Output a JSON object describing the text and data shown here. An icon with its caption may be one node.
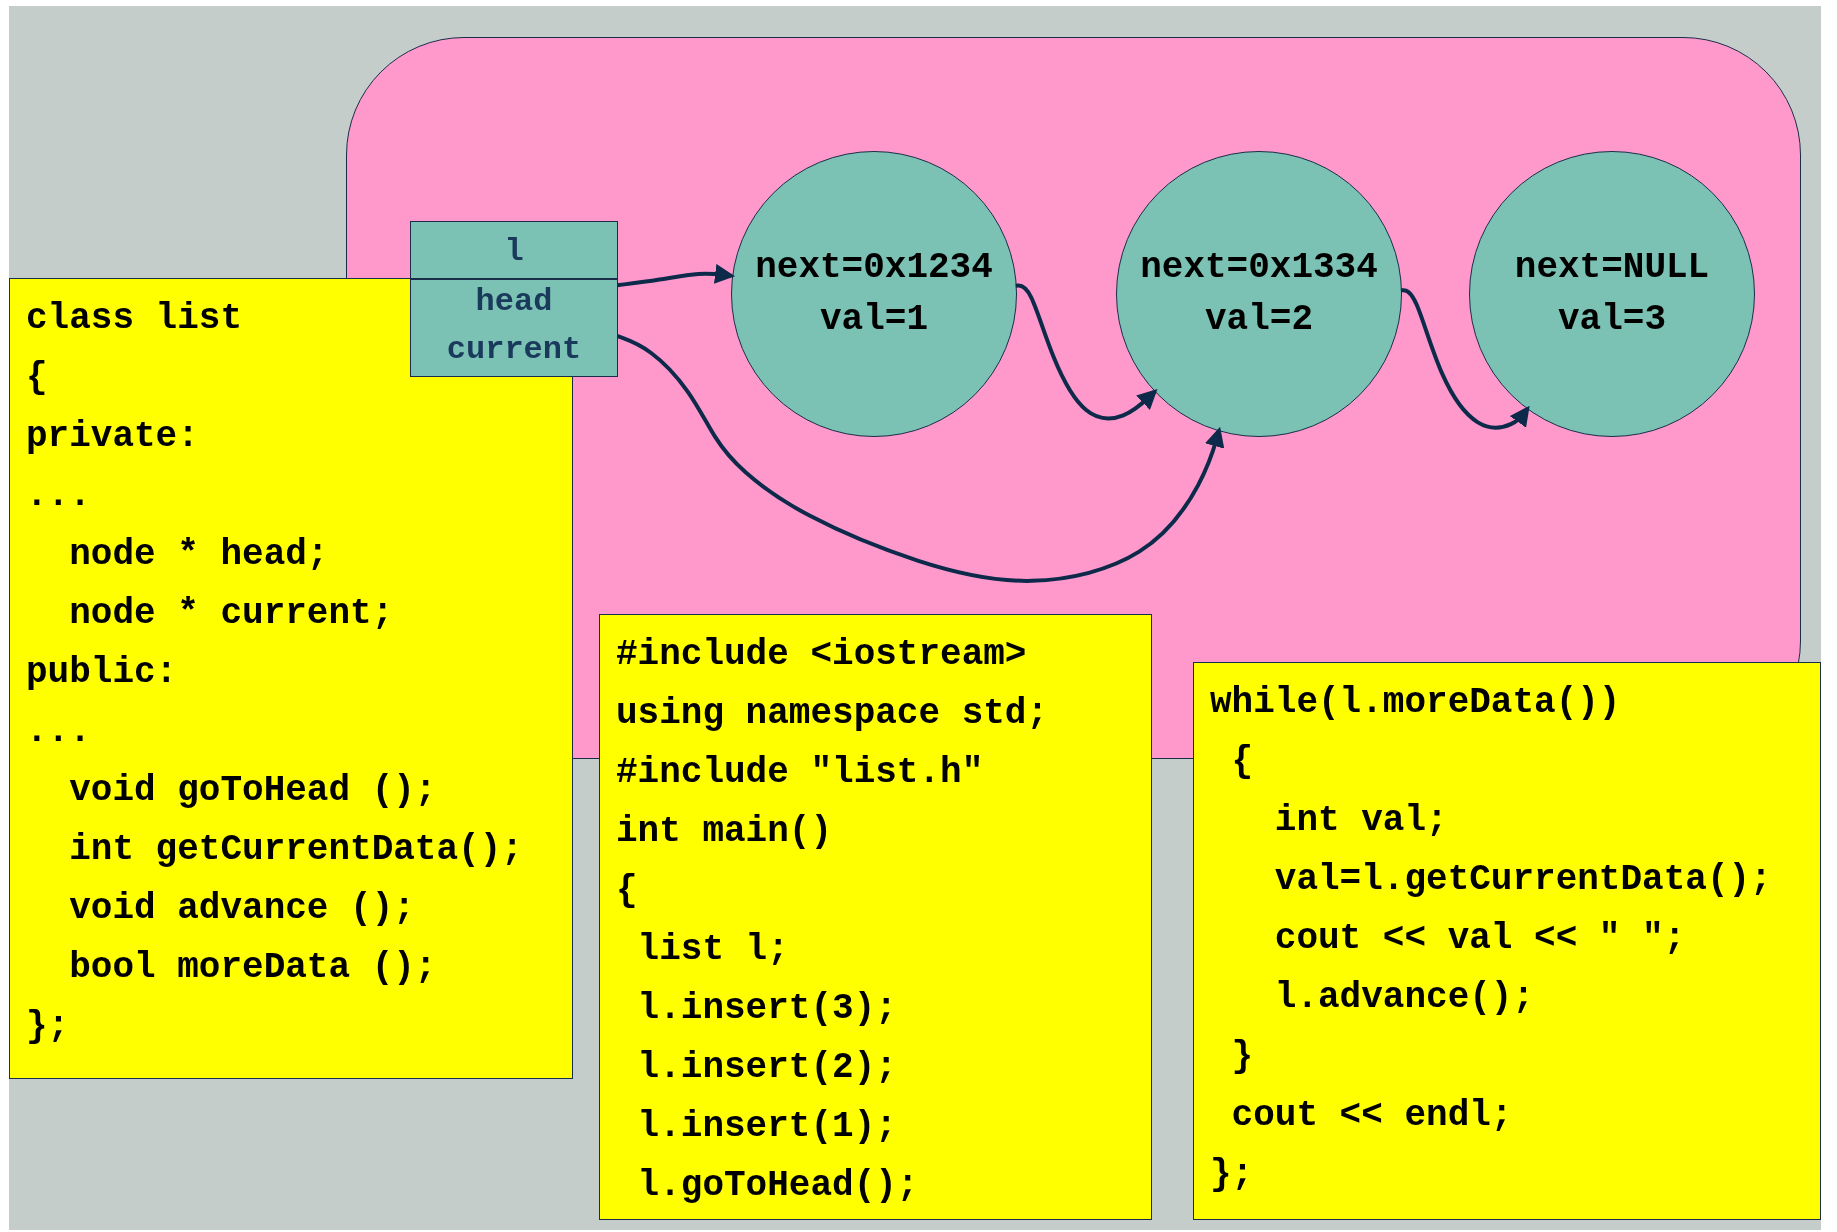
{
  "diagram": {
    "nodes": [
      {
        "text": [],
        "shape": "box"
      },
      {
        "text": [
          "l",
          "head",
          "current"
        ],
        "in": 0
      },
      {
        "text": [
          "next=0x1234",
          "val=1"
        ],
        "in": 0
      },
      {
        "text": [
          "next=0x1334",
          "val=2"
        ],
        "in": 0
      },
      {
        "text": [
          "next=NULL",
          "val=3"
        ],
        "in": 0
      },
      {
        "text": [
          "class list",
          "{",
          "private:",
          "...",
          "  node * head;",
          "  node * current;",
          "public:",
          "...",
          "  void goToHead ();",
          "  int getCurrentData();",
          "  void advance ();",
          "  bool moreData ();",
          "};"
        ]
      },
      {
        "text": [
          "#include <iostream>",
          "using namespace std;",
          "#include \"list.h\"",
          "int main()",
          "{",
          " list l;",
          " l.insert(3);",
          " l.insert(2);",
          " l.insert(1);",
          " l.goToHead();"
        ]
      },
      {
        "text": [
          "while(l.moreData())",
          " {",
          "   int val;",
          "   val=l.getCurrentData();",
          "   cout << val << \" \";",
          "   l.advance();",
          " }",
          " cout << endl;",
          "};"
        ]
      }
    ],
    "edges": [
      {
        "from": 1,
        "to": 2,
        "arrow": "to"
      },
      {
        "from": 1,
        "to": 3,
        "arrow": "to"
      },
      {
        "from": 2,
        "to": 3,
        "arrow": "to"
      },
      {
        "from": 3,
        "to": 4,
        "arrow": "to"
      }
    ]
  }
}
